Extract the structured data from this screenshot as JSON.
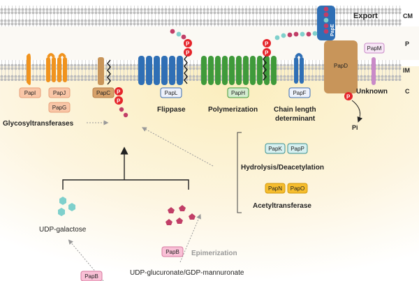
{
  "layers": {
    "cm": "CM",
    "p": "P",
    "im": "IM",
    "c": "C"
  },
  "proteins": {
    "papi": "PapI",
    "papj": "PapJ",
    "papg": "PapG",
    "papc": "PapC",
    "papl": "PapL",
    "paph": "PapH",
    "papf": "PapF",
    "papd": "PapD",
    "pape": "PapE",
    "papm": "PapM",
    "papk": "PapK",
    "papp": "PapP",
    "papn": "PapN",
    "papo": "PapO",
    "papb1": "PapB",
    "papb2": "PapB"
  },
  "labels": {
    "export": "Export",
    "unknown": "Unknown",
    "pi": "Pi",
    "glycosyltransferases": "Glycosyltransferases",
    "flippase": "Flippase",
    "polymerization": "Polymerization",
    "chain_length_1": "Chain length",
    "chain_length_2": "determinant",
    "hydrolysis": "Hydrolysis/Deacetylation",
    "acetyltransferase": "Acetyltransferase",
    "udp_galactose": "UDP-galactose",
    "epimerization": "Epimerization",
    "udp_glucuronate": "UDP-glucuronate/GDP-mannuronate",
    "phospho": "P"
  },
  "colors": {
    "orange": "#f0931e",
    "brown": "#c8955a",
    "blue": "#2f6fb5",
    "green": "#3f9a3a",
    "membrane": "#b9b9b9",
    "phospho": "#e5242a",
    "hexagon_teal": "#7fd0cc",
    "hexagon_magenta": "#c13e67"
  }
}
